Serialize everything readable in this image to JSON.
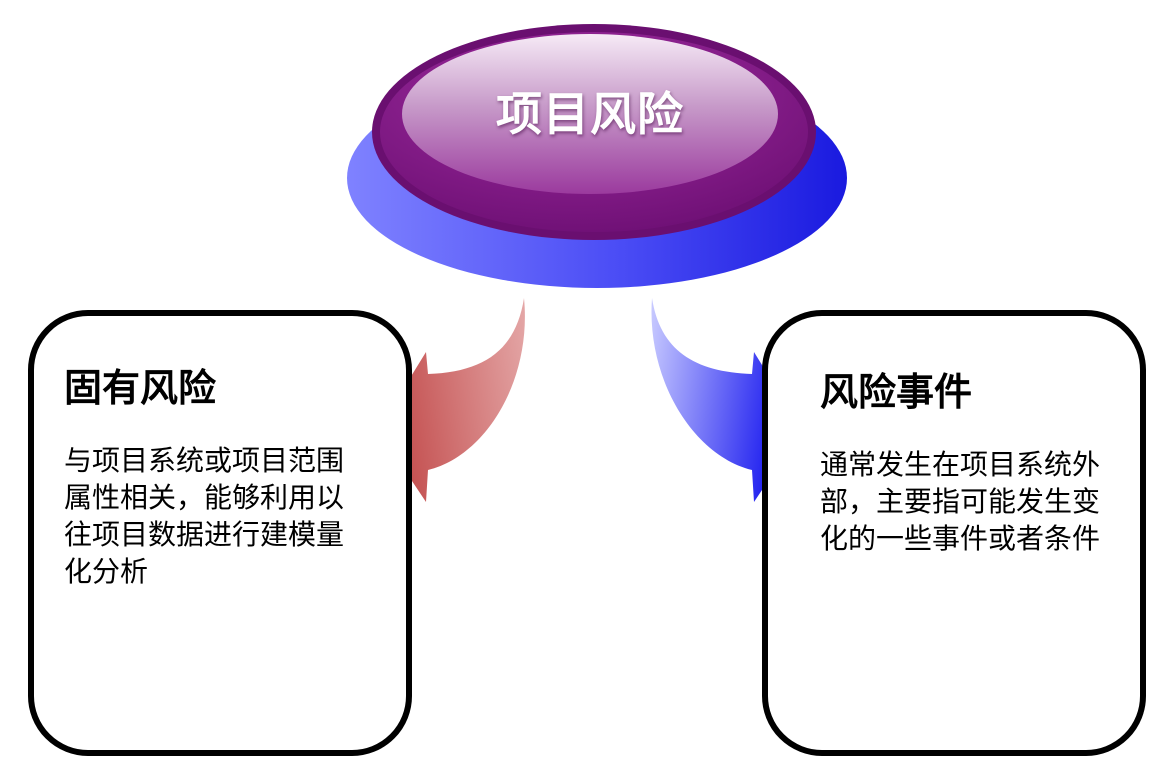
{
  "center": {
    "title": "项目风险"
  },
  "left": {
    "title": "固有风险",
    "body": "与项目系统或项目范围属性相关，能够利用以往项目数据进行建模量化分析"
  },
  "right": {
    "title": "风险事件",
    "body": "通常发生在项目系统外部，主要指可能发生变化的一些事件或者条件"
  },
  "colors": {
    "disc_outer": "#1a1adf",
    "disc_face": "#8c1e8c",
    "arrow_left": "#c24f4f",
    "arrow_right": "#1010ee"
  }
}
